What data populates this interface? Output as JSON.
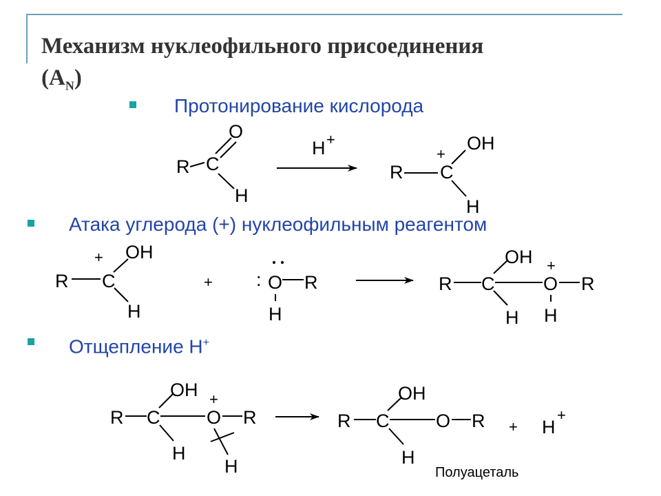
{
  "slide": {
    "title_line1": "Механизм нуклеофильного присоединения",
    "title_line2_open": "(A",
    "title_subscript": "N",
    "title_line2_close": ")"
  },
  "steps": [
    {
      "label": "Протонирование кислорода",
      "color": "#2245a8"
    },
    {
      "label": "Атака углерода (+) нуклеофильным реагентом",
      "color": "#2245a8"
    },
    {
      "label_main": "Отщепление H",
      "label_sup": "+",
      "color": "#2245a8"
    }
  ],
  "atoms": {
    "R": "R",
    "C": "C",
    "O": "O",
    "H": "H",
    "OH": "OH",
    "plus": "+",
    "h_plus_base": "H",
    "h_plus_charge": "+",
    "lone_pair": ":"
  },
  "reagent": {
    "base": "H",
    "charge": "+"
  },
  "product_caption": "Полуацеталь",
  "colors": {
    "frame": "#6f9eb4",
    "bullet": "#1aa3a3",
    "title": "#333333",
    "heading": "#2245a8"
  }
}
